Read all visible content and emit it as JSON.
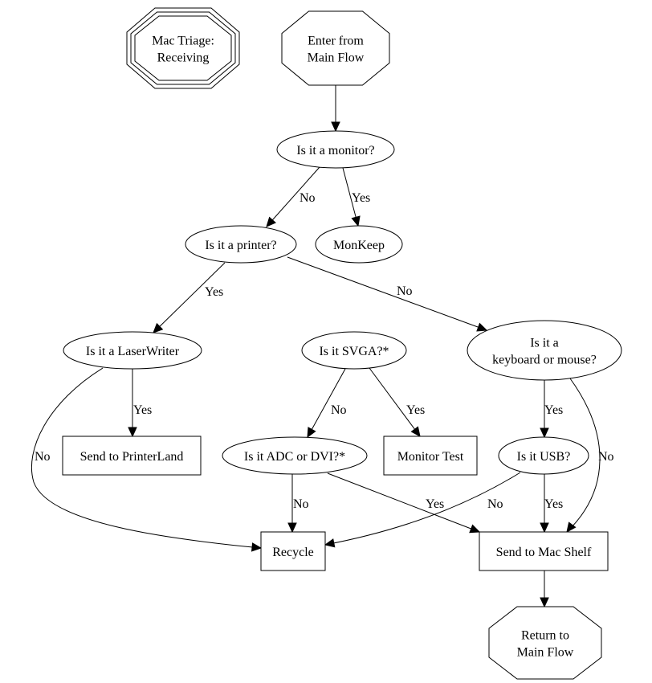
{
  "title": "Mac Triage: Receiving",
  "nodes": [
    {
      "id": "title",
      "shape": "tripleoctagon",
      "lines": [
        "Mac Triage:",
        "Receiving"
      ]
    },
    {
      "id": "enter",
      "shape": "octagon",
      "lines": [
        "Enter from",
        "Main Flow"
      ]
    },
    {
      "id": "monitor",
      "shape": "ellipse",
      "lines": [
        "Is it a monitor?"
      ]
    },
    {
      "id": "printer",
      "shape": "ellipse",
      "lines": [
        "Is it a printer?"
      ]
    },
    {
      "id": "monkeep",
      "shape": "ellipse",
      "lines": [
        "MonKeep"
      ]
    },
    {
      "id": "laserwriter",
      "shape": "ellipse",
      "lines": [
        "Is it a LaserWriter"
      ]
    },
    {
      "id": "svga",
      "shape": "ellipse",
      "lines": [
        "Is it SVGA?*"
      ]
    },
    {
      "id": "kbmouse",
      "shape": "ellipse",
      "lines": [
        "Is it a",
        "keyboard or mouse?"
      ]
    },
    {
      "id": "printerland",
      "shape": "box",
      "lines": [
        "Send to PrinterLand"
      ]
    },
    {
      "id": "adcdvi",
      "shape": "ellipse",
      "lines": [
        "Is it ADC or DVI?*"
      ]
    },
    {
      "id": "monitortest",
      "shape": "box",
      "lines": [
        "Monitor Test"
      ]
    },
    {
      "id": "usb",
      "shape": "ellipse",
      "lines": [
        "Is it USB?"
      ]
    },
    {
      "id": "recycle",
      "shape": "box",
      "lines": [
        "Recycle"
      ]
    },
    {
      "id": "macshelf",
      "shape": "box",
      "lines": [
        "Send to Mac Shelf"
      ]
    },
    {
      "id": "return",
      "shape": "octagon",
      "lines": [
        "Return to",
        "Main Flow"
      ]
    }
  ],
  "edges": [
    {
      "from": "enter",
      "to": "monitor",
      "label": ""
    },
    {
      "from": "monitor",
      "to": "printer",
      "label": "No"
    },
    {
      "from": "monitor",
      "to": "monkeep",
      "label": "Yes"
    },
    {
      "from": "printer",
      "to": "laserwriter",
      "label": "Yes"
    },
    {
      "from": "printer",
      "to": "kbmouse",
      "label": "No"
    },
    {
      "from": "laserwriter",
      "to": "printerland",
      "label": "Yes"
    },
    {
      "from": "laserwriter",
      "to": "recycle",
      "label": "No"
    },
    {
      "from": "svga",
      "to": "adcdvi",
      "label": "No"
    },
    {
      "from": "svga",
      "to": "monitortest",
      "label": "Yes"
    },
    {
      "from": "kbmouse",
      "to": "usb",
      "label": "Yes"
    },
    {
      "from": "kbmouse",
      "to": "macshelf",
      "label": "No"
    },
    {
      "from": "adcdvi",
      "to": "recycle",
      "label": "No"
    },
    {
      "from": "adcdvi",
      "to": "macshelf",
      "label": "Yes"
    },
    {
      "from": "usb",
      "to": "recycle",
      "label": "No"
    },
    {
      "from": "usb",
      "to": "macshelf",
      "label": "Yes"
    },
    {
      "from": "macshelf",
      "to": "return",
      "label": ""
    }
  ]
}
